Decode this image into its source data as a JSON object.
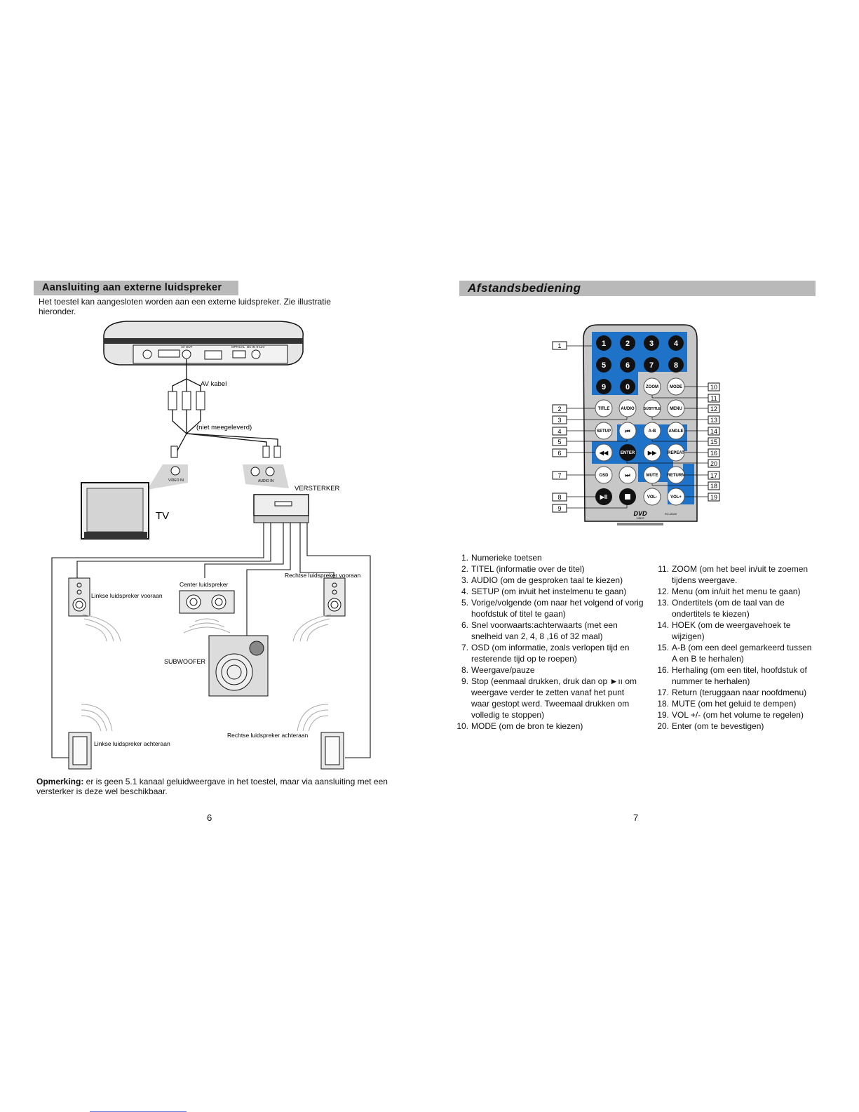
{
  "left_page": {
    "heading": "Aansluiting aan externe luidspreker",
    "intro": "Het toestel kan aangesloten worden aan een externe luidspreker.  Zie illustratie hieronder.",
    "diagram": {
      "av_cable": "AV kabel",
      "not_supplied": "(niet meegeleverd)",
      "video_in": "VIDEO IN",
      "audio_in": "AUDIO IN",
      "tv": "TV",
      "amplifier": "VERSTERKER",
      "front_left": "Linkse luidspreker vooraan",
      "center": "Center luidspreker",
      "front_right": "Rechtse luidspreker vooraan",
      "subwoofer": "SUBWOOFER",
      "rear_left": "Linkse luidspreker achteraan",
      "rear_right": "Rechtse luidspreker achteraan",
      "port_av_out": "AV OUT",
      "port_optical": "OPTICAL",
      "port_dc": "DC IN 9-12V"
    },
    "note_label": "Opmerking:",
    "note_text": " er is geen 5.1 kanaal geluidweergave in het toestel, maar via aansluiting met een versterker is deze wel beschikbaar.",
    "page_number": "6"
  },
  "right_page": {
    "heading": "Afstandsbediening",
    "remote": {
      "keys": [
        "1",
        "2",
        "3",
        "4",
        "5",
        "6",
        "7",
        "8",
        "9",
        "0",
        "ZOOM",
        "MODE",
        "TITLE",
        "AUDIO",
        "SUBTITLE",
        "MENU",
        "SETUP",
        "A-B",
        "ANGLE",
        "ENTER",
        "REPEAT",
        "OSD",
        "MUTE",
        "RETURN",
        "VOL-",
        "VOL+"
      ],
      "logo": "DVD",
      "logo_sub": "VIDEO",
      "model": "RC-M420",
      "callouts": [
        "1",
        "2",
        "3",
        "4",
        "5",
        "6",
        "7",
        "8",
        "9",
        "10",
        "11",
        "12",
        "13",
        "14",
        "15",
        "16",
        "17",
        "18",
        "19",
        "20"
      ]
    },
    "list_left": [
      {
        "n": "1.",
        "text": "Numerieke toetsen"
      },
      {
        "n": "2.",
        "text": "TITEL (informatie over de titel)"
      },
      {
        "n": "3.",
        "text": "AUDIO (om de gesproken taal te kiezen)"
      },
      {
        "n": "4.",
        "text": "SETUP (om in/uit het instelmenu te gaan)"
      },
      {
        "n": "5.",
        "text": "Vorige/volgende (om naar het volgend of vorig hoofdstuk of titel te gaan)"
      },
      {
        "n": "6.",
        "text": "Snel voorwaarts:achterwaarts (met een snelheid van 2, 4, 8 ,16 of 32 maal)"
      },
      {
        "n": "7.",
        "text": "OSD (om informatie, zoals verlopen tijd en resterende tijd op te roepen)"
      },
      {
        "n": "8.",
        "text": "Weergave/pauze"
      },
      {
        "n": "9.",
        "text": "Stop (eenmaal drukken, druk dan op ►ıı om weergave verder te zetten vanaf het punt waar gestopt werd. Tweemaal drukken om volledig te stoppen)"
      },
      {
        "n": "10.",
        "text": "MODE (om de bron te kiezen)"
      }
    ],
    "list_right": [
      {
        "n": "11.",
        "text": "ZOOM (om het beel in/uit te zoemen tijdens weergave."
      },
      {
        "n": "12.",
        "text": "Menu (om in/uit het menu te gaan)"
      },
      {
        "n": "13.",
        "text": "Ondertitels (om de taal van de ondertitels te kiezen)"
      },
      {
        "n": "14.",
        "text": "HOEK (om de weergavehoek te wijzigen)"
      },
      {
        "n": "15.",
        "text": "A-B (om een deel gemarkeerd tussen A en B te herhalen)"
      },
      {
        "n": "16.",
        "text": "Herhaling (om een titel, hoofdstuk of nummer te herhalen)"
      },
      {
        "n": "17.",
        "text": "Return (teruggaan naar noofdmenu)"
      },
      {
        "n": "18.",
        "text": "MUTE (om het geluid te dempen)"
      },
      {
        "n": "19.",
        "text": "VOL +/- (om het volume te regelen)"
      },
      {
        "n": "20.",
        "text": "Enter (om te bevestigen)"
      }
    ],
    "page_number": "7"
  },
  "colors": {
    "header_bg": "#b9b9b9",
    "remote_blue": "#1e73c8",
    "remote_body": "#c7c7c7"
  }
}
